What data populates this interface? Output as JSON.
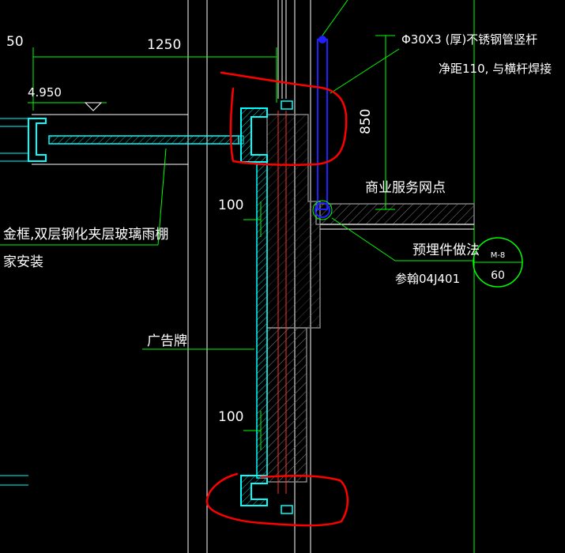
{
  "dimensions": {
    "d50": "50",
    "d1250": "1250",
    "elev": "4.950",
    "d850": "850",
    "d100_top": "100",
    "d100_bot": "100"
  },
  "annotations": {
    "pipe_spec_line1": "Φ30X3 (厚)不锈钢管竖杆",
    "pipe_spec_line2": "净距110, 与横杆焊接",
    "service_point": "商业服务网点",
    "embed_method": "预埋件做法",
    "embed_ref": "参翰04J401",
    "canopy_line1": "金框,双层钢化夹层玻璃雨棚",
    "canopy_line2": "家安装",
    "billboard": "广告牌"
  },
  "detail_callout": {
    "top": "M-8",
    "bottom": "60"
  },
  "colors": {
    "background": "#000000",
    "white_line": "#ffffff",
    "green_leader": "#00ff00",
    "cyan_outline": "#00ffff",
    "blue_pipe": "#0000ff",
    "red_markup": "#ff0000",
    "concrete_gray": "#808080"
  }
}
